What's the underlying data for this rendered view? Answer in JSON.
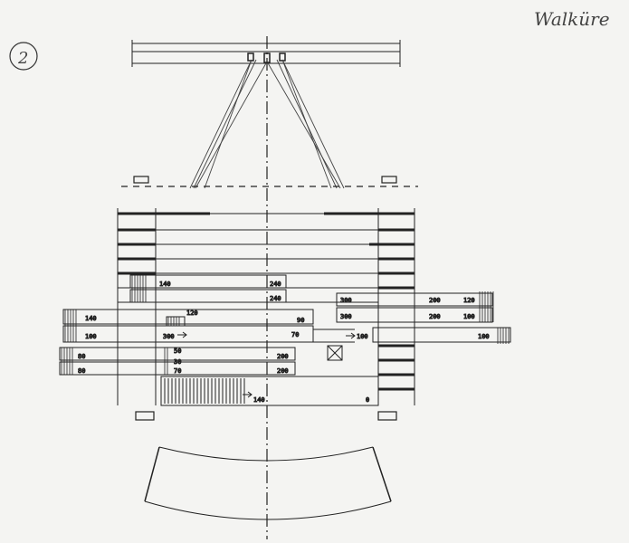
{
  "sheet": {
    "title": "Walküre",
    "number": "2"
  },
  "labels": {
    "stage_left_upper": [
      "140",
      "240",
      "240"
    ],
    "stage_left_mid": [
      "140",
      "120",
      "90"
    ],
    "stage_left_row_100": [
      "100",
      "300",
      "70"
    ],
    "stage_center_100": "100",
    "stage_right": [
      "300",
      "200",
      "120",
      "300",
      "200",
      "100",
      "100"
    ],
    "stage_left_lower": [
      "80",
      "50",
      "30",
      "70",
      "200",
      "200",
      "80"
    ],
    "pit_label": "140",
    "pit_end": "0"
  },
  "colors": {
    "ink": "#1a1a1a",
    "pencil": "#555555",
    "paper": "#f4f4f2"
  }
}
